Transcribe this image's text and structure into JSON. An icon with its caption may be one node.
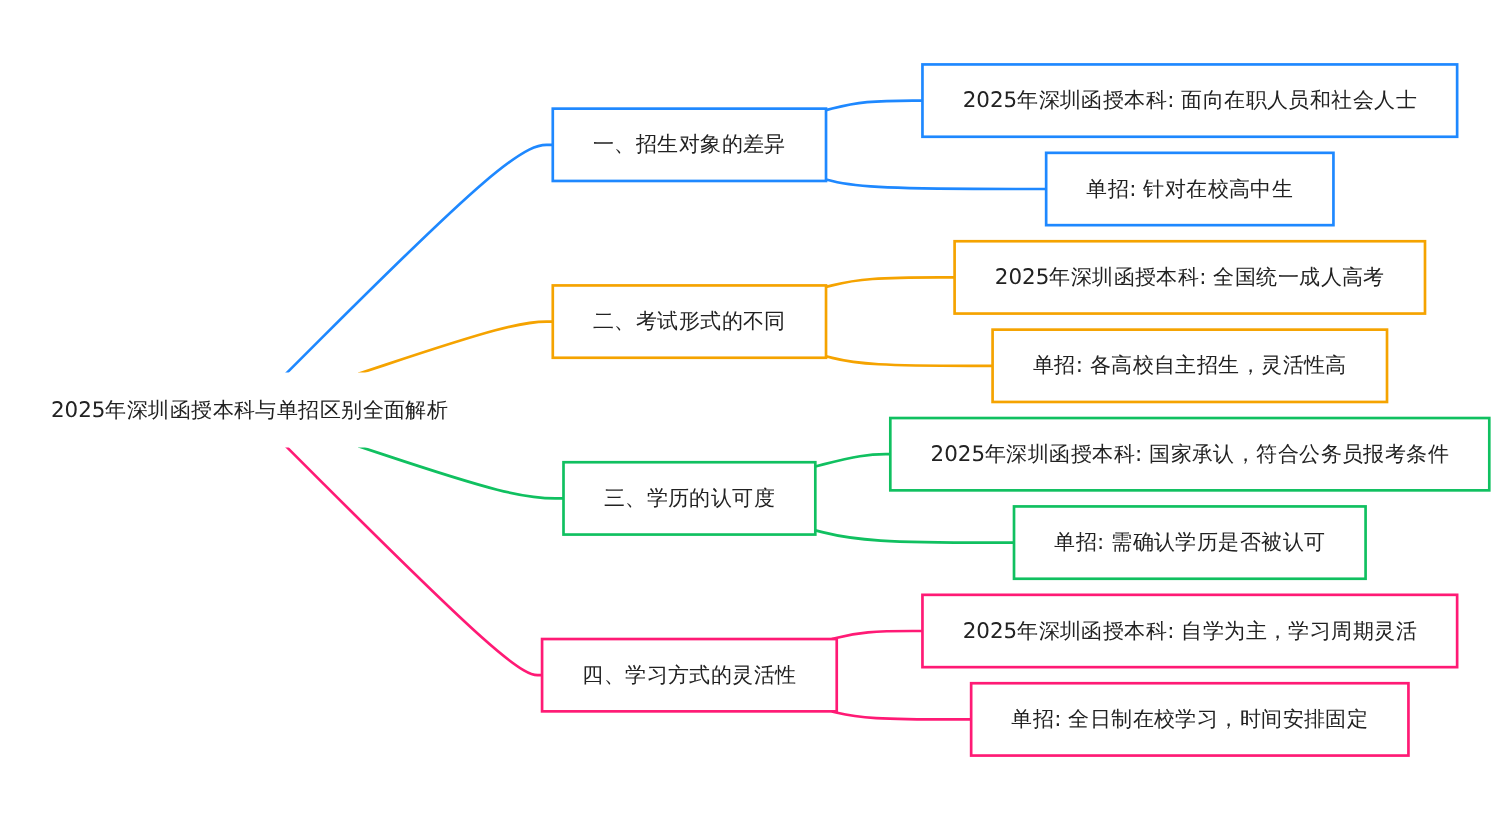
{
  "diagram": {
    "nodes": [
      {
        "text": [
          "2025年深圳函授本科与单招区别全面解析"
        ]
      },
      {
        "text": [
          "一、招生对象的差异"
        ]
      },
      {
        "text": [
          "2025年深圳函授本科: 面向在职人员和社会人士"
        ]
      },
      {
        "text": [
          "单招: 针对在校高中生"
        ]
      },
      {
        "text": [
          "二、考试形式的不同"
        ]
      },
      {
        "text": [
          "2025年深圳函授本科: 全国统一成人高考"
        ]
      },
      {
        "text": [
          "单招: 各高校自主招生，灵活性高"
        ]
      },
      {
        "text": [
          "三、学历的认可度"
        ]
      },
      {
        "text": [
          "2025年深圳函授本科: 国家承认，符合公务员报考条件"
        ]
      },
      {
        "text": [
          "单招: 需确认学历是否被认可"
        ]
      },
      {
        "text": [
          "四、学习方式的灵活性"
        ]
      },
      {
        "text": [
          "2025年深圳函授本科: 自学为主，学习周期灵活"
        ]
      },
      {
        "text": [
          "单招: 全日制在校学习，时间安排固定"
        ]
      }
    ],
    "edges": [
      {
        "from": 0,
        "to": 1,
        "arrow": "none",
        "color": "#1e88ff"
      },
      {
        "from": 1,
        "to": 2,
        "arrow": "none",
        "color": "#1e88ff"
      },
      {
        "from": 1,
        "to": 3,
        "arrow": "none",
        "color": "#1e88ff"
      },
      {
        "from": 0,
        "to": 4,
        "arrow": "none",
        "color": "#f5a300"
      },
      {
        "from": 4,
        "to": 5,
        "arrow": "none",
        "color": "#f5a300"
      },
      {
        "from": 4,
        "to": 6,
        "arrow": "none",
        "color": "#f5a300"
      },
      {
        "from": 0,
        "to": 7,
        "arrow": "none",
        "color": "#10c060"
      },
      {
        "from": 7,
        "to": 8,
        "arrow": "none",
        "color": "#10c060"
      },
      {
        "from": 7,
        "to": 9,
        "arrow": "none",
        "color": "#10c060"
      },
      {
        "from": 0,
        "to": 10,
        "arrow": "none",
        "color": "#ff1a75"
      },
      {
        "from": 10,
        "to": 11,
        "arrow": "none",
        "color": "#ff1a75"
      },
      {
        "from": 10,
        "to": 12,
        "arrow": "none",
        "color": "#ff1a75"
      }
    ]
  }
}
